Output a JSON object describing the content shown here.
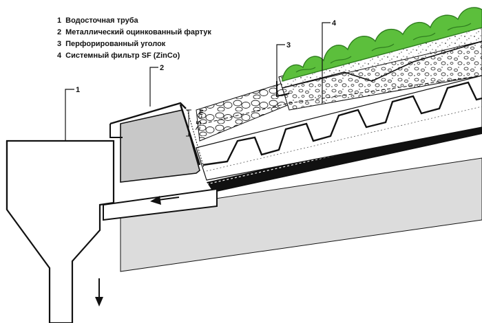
{
  "legend": {
    "items": [
      {
        "num": "1",
        "text": "Водосточная труба"
      },
      {
        "num": "2",
        "text": "Металлический оцинкованный фартук"
      },
      {
        "num": "3",
        "text": "Перфорированный уголок"
      },
      {
        "num": "4",
        "text": "Системный фильтр SF (ZinCo)"
      }
    ]
  },
  "callouts": {
    "c1": "1",
    "c2": "2",
    "c3": "3",
    "c4": "4"
  },
  "dimension": {
    "label": "≥ 5 cm"
  },
  "colors": {
    "vegetation": "#5cbf3c",
    "vegetation_dark": "#2f7d1f",
    "concrete": "#dcdcdc",
    "panel_gray": "#c8c8c8",
    "line": "#111111"
  }
}
